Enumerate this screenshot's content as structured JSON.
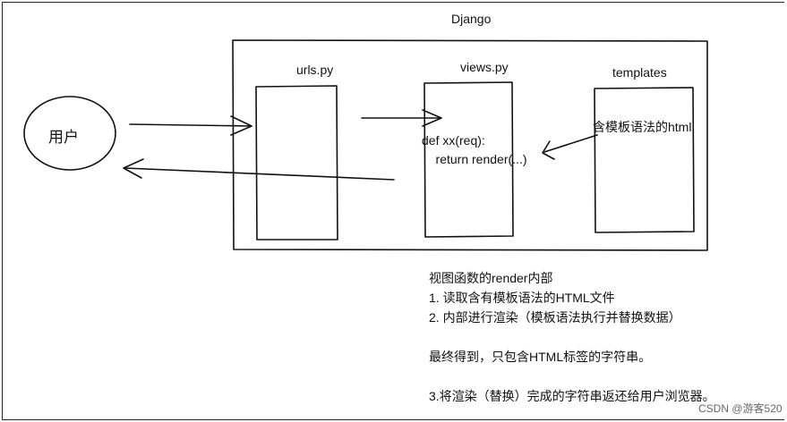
{
  "diagram": {
    "django_label": "Django",
    "user_label": "用户",
    "urls_label": "urls.py",
    "views_label": "views.py",
    "templates_label": "templates",
    "views_code": [
      "def xx(req):",
      "    return render(...)"
    ],
    "template_content": "含模板语法的html"
  },
  "notes": [
    "视图函数的render内部",
    "1. 读取含有模板语法的HTML文件",
    "2. 内部进行渲染（模板语法执行并替换数据）",
    "",
    "最终得到，只包含HTML标签的字符串。",
    "",
    "3.将渲染（替换）完成的字符串返还给用户浏览器。"
  ],
  "watermark": "CSDN @游客520"
}
